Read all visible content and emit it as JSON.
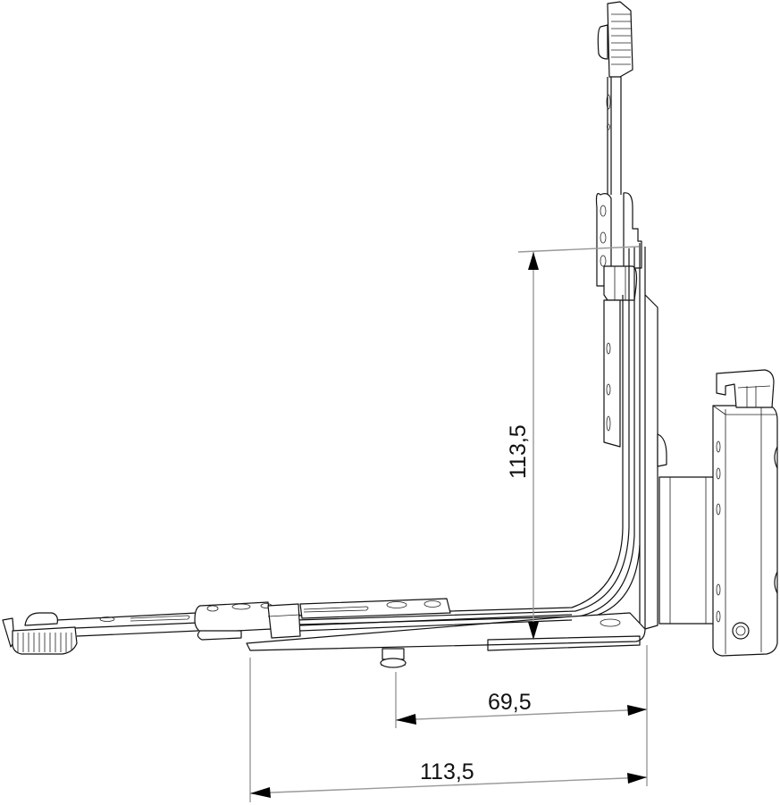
{
  "drawing": {
    "subject": "corner drive with stay arm and hinge bracket",
    "colors": {
      "line": "#111111",
      "dimension_line": "#999999",
      "background": "#ffffff"
    }
  },
  "dimensions": {
    "vertical": {
      "label": "113,5"
    },
    "horizontal_inner": {
      "label": "69,5"
    },
    "horizontal_outer": {
      "label": "113,5"
    }
  }
}
